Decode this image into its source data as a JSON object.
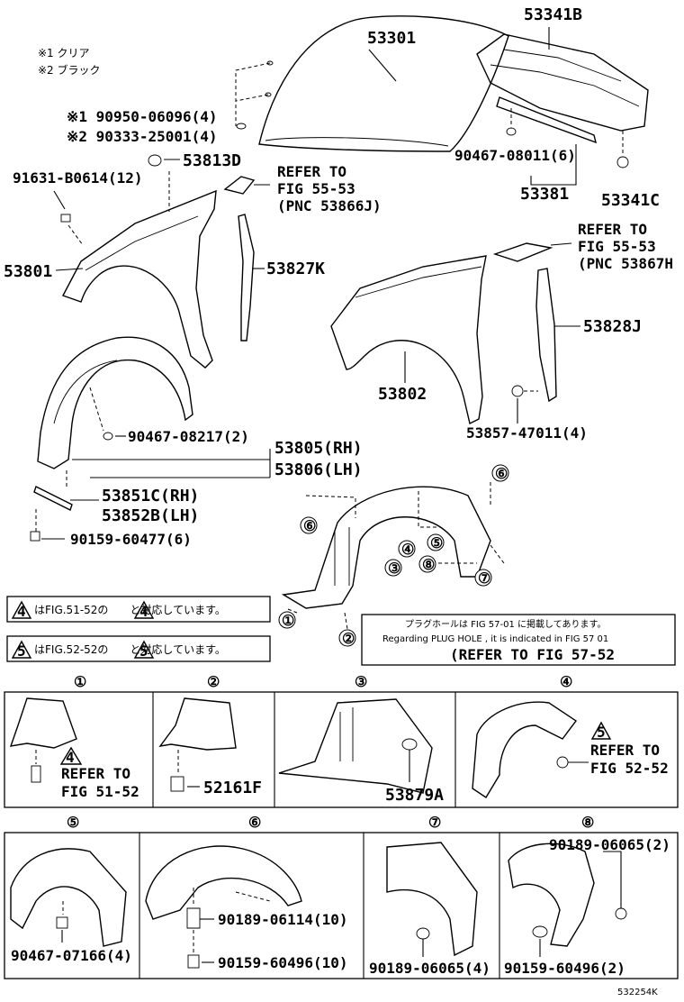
{
  "legend": {
    "note1": "※1 クリア",
    "note2": "※2 ブラック"
  },
  "labels": {
    "p53301": "53301",
    "p53341B": "53341B",
    "p90950": "※1 90950-06096(4)",
    "p90333": "※2 90333-25001(4)",
    "p53813D": "53813D",
    "p91631": "91631-B0614(12)",
    "ref1_a": "REFER TO",
    "ref1_b": "FIG 55-53",
    "ref1_c": "(PNC 53866J)",
    "p90467_08011": "90467-08011(6)",
    "p53381": "53381",
    "p53341C": "53341C",
    "ref2_a": "REFER TO",
    "ref2_b": "FIG 55-53",
    "ref2_c": "(PNC 53867H",
    "p53801": "53801",
    "p53827K": "53827K",
    "p53828J": "53828J",
    "p53802": "53802",
    "p90467_08217": "90467-08217(2)",
    "p53857": "53857-47011(4)",
    "p53805": "53805(RH)",
    "p53806": "53806(LH)",
    "p53851C": "53851C(RH)",
    "p53852B": "53852B(LH)",
    "p90159_60477": "90159-60477(6)",
    "note4": "はFIG.51-52の　　と対応しています。",
    "note5": "はFIG.52-52の　　と対応しています。",
    "plug_jp": "プラグホールは FIG 57-01 に掲載してあります。",
    "plug_en": "Regarding PLUG HOLE , it is indicated in FIG 57 01",
    "plug_ref": "(REFER TO FIG 57-52",
    "d1_ref_a": "REFER TO",
    "d1_ref_b": "FIG 51-52",
    "p52161F": "52161F",
    "p53879A": "53879A",
    "d4_ref_a": "REFER TO",
    "d4_ref_b": "FIG 52-52",
    "p90467_07166": "90467-07166(4)",
    "p90189_06114": "90189-06114(10)",
    "p90159_60496_10": "90159-60496(10)",
    "p90189_06065_4": "90189-06065(4)",
    "p90189_06065_2": "90189-06065(2)",
    "p90159_60496_2": "90159-60496(2)",
    "figure_id": "532254K"
  },
  "markers": {
    "m1": "①",
    "m2": "②",
    "m3": "③",
    "m4": "④",
    "m5": "⑤",
    "m6": "⑥",
    "m7": "⑦",
    "m8": "⑧",
    "tri4": "4",
    "tri5": "5"
  }
}
